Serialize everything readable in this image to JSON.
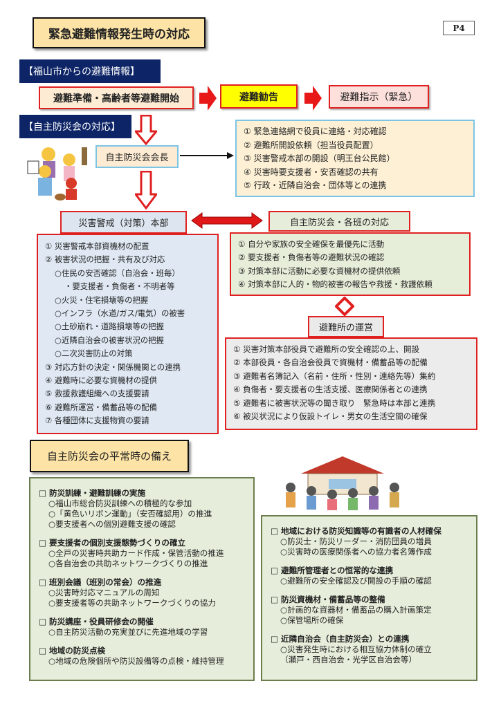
{
  "title": "緊急避難情報発生時の対応",
  "page_label": "P4",
  "city_info": {
    "heading": "【福山市からの避難情報】",
    "steps": [
      "避難準備・高齢者等避難開始",
      "避難勧告",
      "避難指示（緊急）"
    ]
  },
  "association": {
    "heading": "【自主防災会の対応】",
    "leader": "自主防災会会長",
    "leader_tasks": [
      "① 緊急連絡網で役員に連絡・対応確認",
      "② 避難所開設依頼（担当役員配置）",
      "③ 災害警戒本部の開設（明王台公民館）",
      "④ 災害時要支援者・安否確認の共有",
      "⑤ 行政・近隣自治会・団体等との連携"
    ]
  },
  "hq": {
    "heading": "災害警戒（対策）本部",
    "items": [
      {
        "t": "① 災害警戒本部資機材の配置",
        "lvl": 0
      },
      {
        "t": "② 被害状況の把握・共有及び対応",
        "lvl": 0
      },
      {
        "t": "○住民の安否確認（自治会・班毎）",
        "lvl": 1
      },
      {
        "t": "・要支援者・負傷者・不明者等",
        "lvl": 2
      },
      {
        "t": "○火災・住宅損壊等の把握",
        "lvl": 1
      },
      {
        "t": "○インフラ（水道/ガス/電気）の被害",
        "lvl": 1
      },
      {
        "t": "○土砂崩れ・道路損壊等の把握",
        "lvl": 1
      },
      {
        "t": "○近隣自治会の被害状況の把握",
        "lvl": 1
      },
      {
        "t": "○二次災害防止の対策",
        "lvl": 1
      },
      {
        "t": "③ 対応方針の決定・関係機関との連携",
        "lvl": 0
      },
      {
        "t": "④ 避難時に必要な資機材の提供",
        "lvl": 0
      },
      {
        "t": "⑤ 救援救護組織への支援要請",
        "lvl": 0
      },
      {
        "t": "⑥ 避難所運営・備蓄品等の配備",
        "lvl": 0
      },
      {
        "t": "⑦ 各種団体に支援物資の要請",
        "lvl": 0
      }
    ]
  },
  "teams": {
    "heading": "自主防災会・各班の対応",
    "items": [
      "① 自分や家族の安全確保を最優先に活動",
      "② 要支援者・負傷者等の避難状況の確認",
      "③ 対策本部に活動に必要な資機材の提供依頼",
      "④ 対策本部に人的・物的被害の報告や救援・救護依頼"
    ]
  },
  "shelter": {
    "heading": "避難所の運営",
    "items": [
      "① 災害対策本部役員で避難所の安全確認の上、開設",
      "② 本部役員・各自治会役員で資機材・備蓄品等の配備",
      "③ 避難者名簿記入（名前・住所・性別・連絡先等）集約",
      "④ 負傷者・要支援者の生活支援、医療関係者との連携",
      "⑤ 避難者に被害状況等の聞き取り　緊急時は本部と連携",
      "⑥ 被災状況により仮設トイレ・男女の生活空間の確保"
    ]
  },
  "prep": {
    "heading": "自主防災会の平常時の備え",
    "left": [
      {
        "h": "□ 防災訓練・避難訓練の実施",
        "s": [
          "○福山市総合防災訓練への積極的な参加",
          "○「黄色いリボン運動」（安否確認用）の推進",
          "○要支援者への個別避難支援の確認"
        ]
      },
      {
        "h": "□ 要支援者の個別支援態勢づくりの確立",
        "s": [
          "○全戸の災害時共助カード作成・保管活動の推進",
          "○各自治会の共助ネットワークづくりの推進"
        ]
      },
      {
        "h": "□ 班別会議（班別の常会）の推進",
        "s": [
          "○災害時対応マニュアルの周知",
          "○要支援者等の共助ネットワークづくりの協力"
        ]
      },
      {
        "h": "□ 防災講座・役員研修会の開催",
        "s": [
          "○自主防災活動の充実並びに先進地域の学習"
        ]
      },
      {
        "h": "□ 地域の防災点検",
        "s": [
          "○地域の危険個所や防災設備等の点検・維持管理"
        ]
      }
    ],
    "right": [
      {
        "h": "□ 地域における防災知識等の有識者の人材確保",
        "s": [
          "○防災士・防災リーダー・消防団員の増員",
          "○災害時の医療関係者への協力者名簿作成"
        ]
      },
      {
        "h": "□ 避難所管理者との恒常的な連携",
        "s": [
          "○避難所の安全確認及び開設の手順の確認"
        ]
      },
      {
        "h": "□ 防災資機材・備蓄品等の整備",
        "s": [
          "○計画的な資器材・備蓄品の購入計画策定",
          "○保管場所の確保"
        ]
      },
      {
        "h": "□ 近隣自治会（自主防災会）との連携",
        "s": [
          "○災害発生時における相互協力体制の確立",
          "（瀬戸・西自治会・光学区自治会等）"
        ]
      }
    ]
  }
}
